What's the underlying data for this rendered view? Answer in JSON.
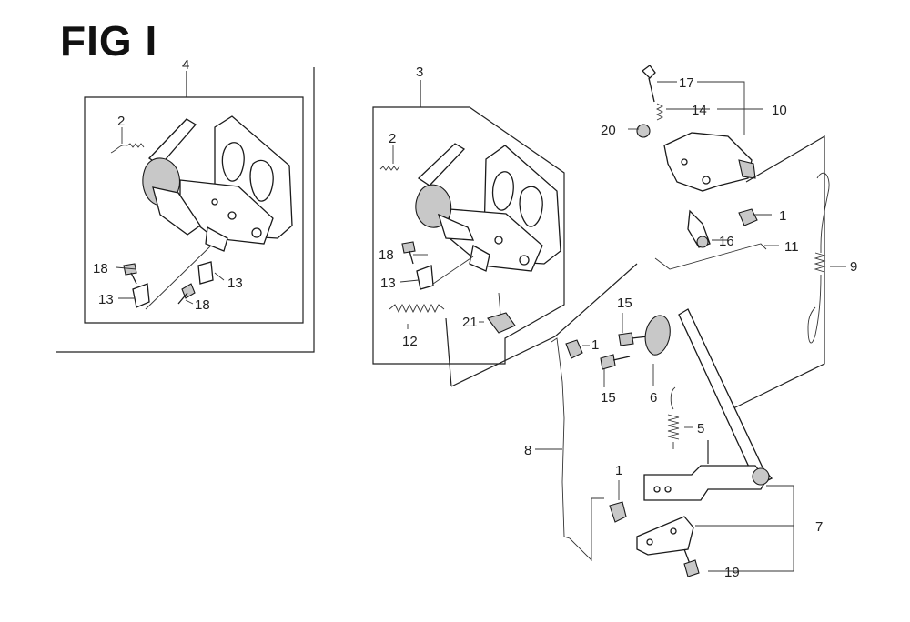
{
  "figure": {
    "title": "FIG I"
  },
  "callouts": {
    "c4": "4",
    "c3": "3",
    "c2a": "2",
    "c2b": "2",
    "c18a": "18",
    "c18b": "18",
    "c18c": "18",
    "c13a": "13",
    "c13b": "13",
    "c13c": "13",
    "c17": "17",
    "c14": "14",
    "c10": "10",
    "c20": "20",
    "c1a": "1",
    "c1b": "1",
    "c1c": "1",
    "c16": "16",
    "c11": "11",
    "c9": "9",
    "c21": "21",
    "c12": "12",
    "c15a": "15",
    "c15b": "15",
    "c6": "6",
    "c5": "5",
    "c8": "8",
    "c7": "7",
    "c19": "19"
  }
}
